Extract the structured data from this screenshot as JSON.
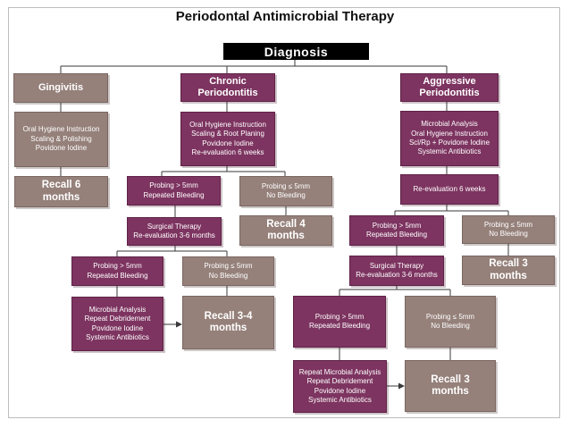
{
  "title": "Periodontal Antimicrobial Therapy",
  "colors": {
    "maroon": "#7d3460",
    "tan": "#95807a",
    "line": "#3a3a3a"
  },
  "nodes": {
    "diagnosis": {
      "lines": [
        "Diagnosis"
      ]
    },
    "gingivitis": {
      "lines": [
        "Gingivitis"
      ]
    },
    "chronic": {
      "lines": [
        "Chronic",
        "Periodontitis"
      ]
    },
    "aggressive": {
      "lines": [
        "Aggressive",
        "Periodontitis"
      ]
    },
    "ging_tx": {
      "lines": [
        "Oral Hygiene Instruction",
        "Scaling & Polishing",
        "Povidone Iodine"
      ]
    },
    "ging_recall": {
      "lines": [
        "Recall 6",
        "months"
      ]
    },
    "chr_tx": {
      "lines": [
        "Oral Hygiene Instruction",
        "Scaling & Root Planing",
        "Povidone Iodine",
        "Re-evaluation 6 weeks"
      ]
    },
    "chr_gt": {
      "lines": [
        "Probing > 5mm",
        "Repeated Bleeding"
      ]
    },
    "chr_le": {
      "lines": [
        "Probing ≤ 5mm",
        "No Bleeding"
      ]
    },
    "chr_recall4": {
      "lines": [
        "Recall 4",
        "months"
      ]
    },
    "chr_surg": {
      "lines": [
        "Surgical Therapy",
        "Re-evaluation 3-6 months"
      ]
    },
    "chr_gt2": {
      "lines": [
        "Probing > 5mm",
        "Repeated Bleeding"
      ]
    },
    "chr_le2": {
      "lines": [
        "Probing ≤ 5mm",
        "No Bleeding"
      ]
    },
    "chr_micro": {
      "lines": [
        "Microbial Analysis",
        "Repeat Debridement",
        "Povidone Iodine",
        "Systemic Antibiotics"
      ]
    },
    "chr_recall34": {
      "lines": [
        "Recall 3-4",
        "months"
      ]
    },
    "agg_tx": {
      "lines": [
        "Microbial Analysis",
        "Oral Hygiene Instruction",
        "Scl/Rp + Povidone Iodine",
        "Systemic Antibiotics"
      ]
    },
    "agg_reeval": {
      "lines": [
        "Re-evaluation 6 weeks"
      ]
    },
    "agg_gt": {
      "lines": [
        "Probing > 5mm",
        "Repeated Bleeding"
      ]
    },
    "agg_le": {
      "lines": [
        "Probing ≤ 5mm",
        "No Bleeding"
      ]
    },
    "agg_recall3a": {
      "lines": [
        "Recall 3",
        "months"
      ]
    },
    "agg_surg": {
      "lines": [
        "Surgical Therapy",
        "Re-evaluation 3-6 months"
      ]
    },
    "agg_gt2": {
      "lines": [
        "Probing > 5mm",
        "Repeated Bleeding"
      ]
    },
    "agg_le2": {
      "lines": [
        "Probing ≤ 5mm",
        "No Bleeding"
      ]
    },
    "agg_micro": {
      "lines": [
        "Repeat Microbial Analysis",
        "Repeat Debridement",
        "Povidone Iodine",
        "Systemic Antibiotics"
      ]
    },
    "agg_recall3b": {
      "lines": [
        "Recall 3",
        "months"
      ]
    }
  }
}
